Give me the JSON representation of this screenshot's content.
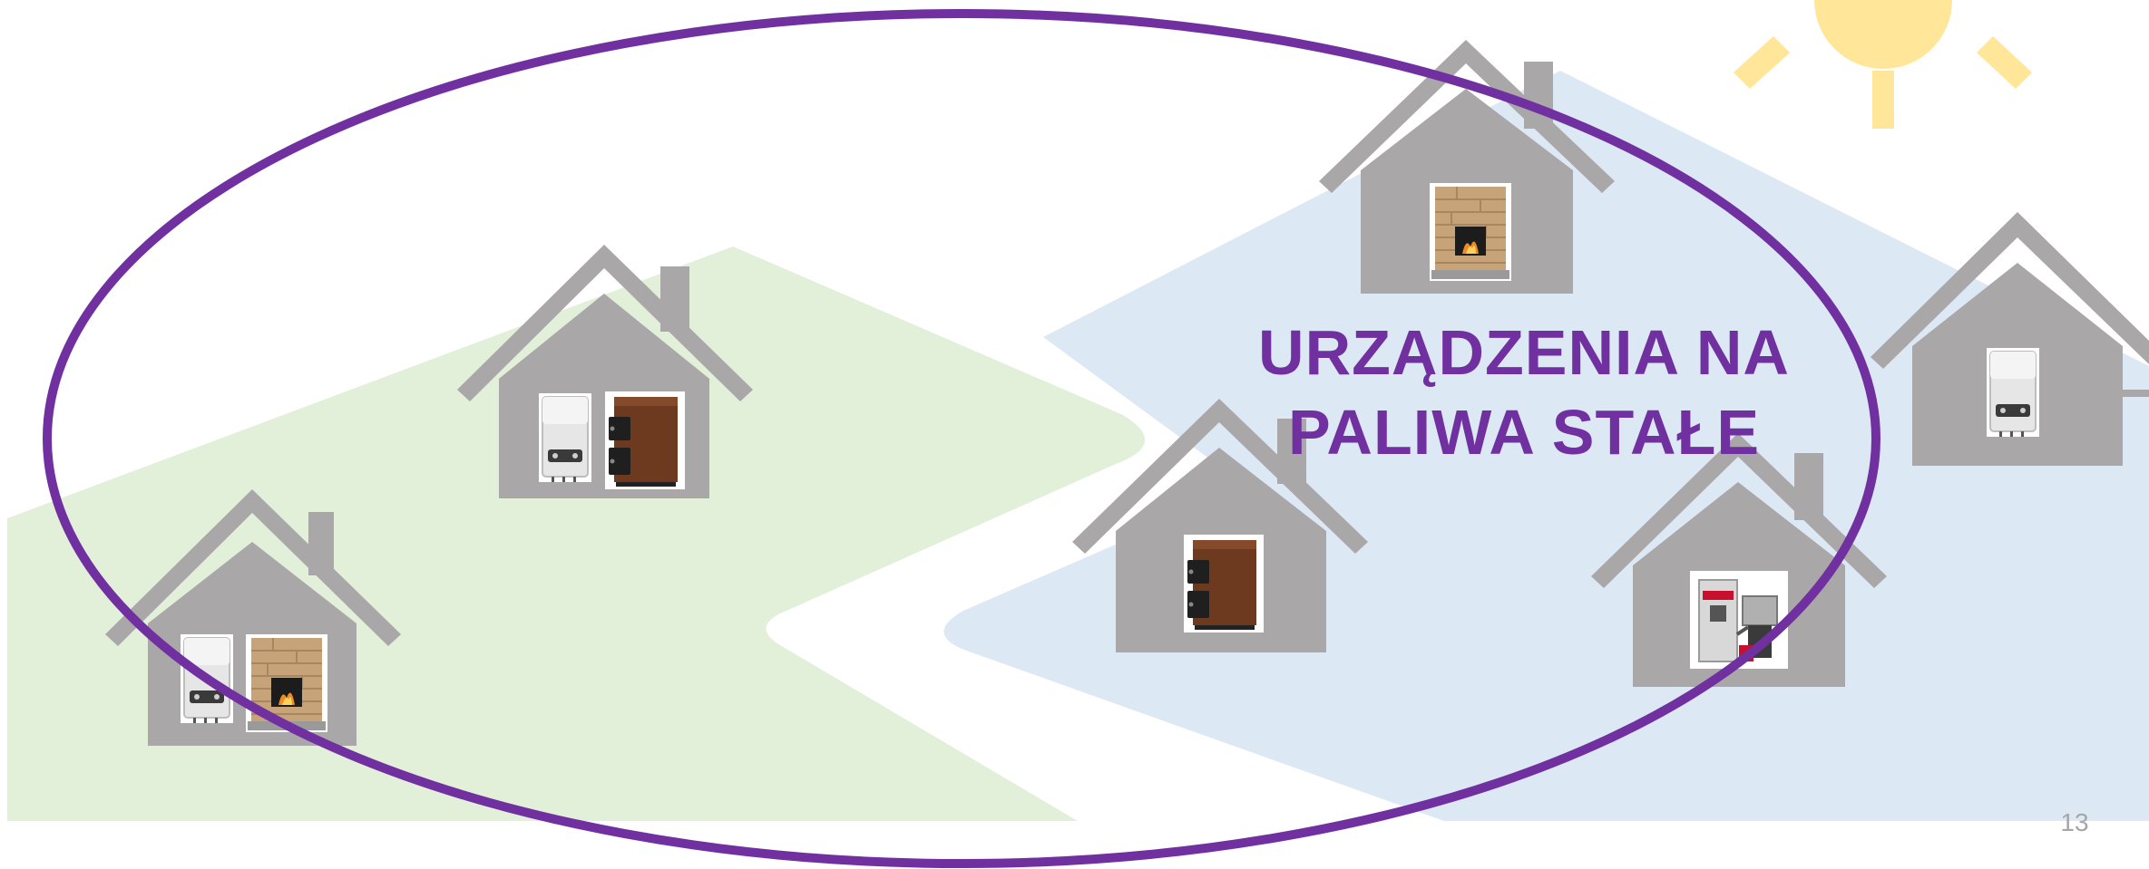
{
  "title": {
    "line1": "URZĄDZENIA NA",
    "line2": "PALIWA STAŁE"
  },
  "page_number": "13",
  "colors": {
    "left_hill": "#e2efd9",
    "right_hill": "#dde8f5",
    "house": "#a9a7a8",
    "ellipse": "#7030a0",
    "sun": "#ffe699",
    "title": "#7030a0",
    "page_number": "#a6a6a6"
  },
  "houses": [
    {
      "name": "house-left-1",
      "appliances": [
        "gas-boiler-icon",
        "fireplace-icon"
      ]
    },
    {
      "name": "house-left-2",
      "appliances": [
        "gas-boiler-icon",
        "solid-fuel-boiler-icon"
      ]
    },
    {
      "name": "house-top-center",
      "appliances": [
        "fireplace-icon"
      ]
    },
    {
      "name": "house-center",
      "appliances": [
        "solid-fuel-boiler-icon"
      ]
    },
    {
      "name": "house-right-center",
      "appliances": [
        "pellet-boiler-icon"
      ]
    },
    {
      "name": "house-far-right",
      "appliances": [
        "gas-boiler-icon"
      ]
    }
  ]
}
